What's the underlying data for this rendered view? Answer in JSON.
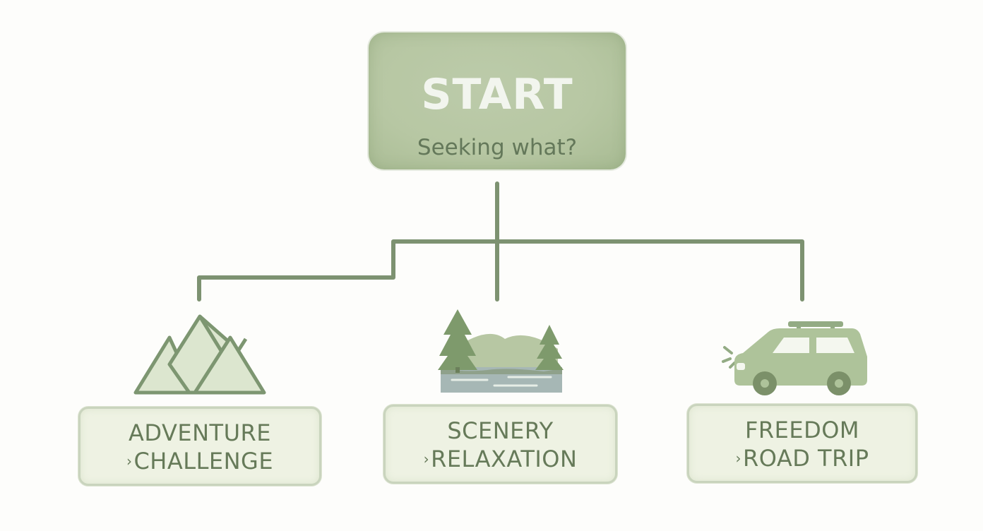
{
  "start": {
    "title": "START",
    "subtitle": "Seeking what?"
  },
  "options": [
    {
      "icon": "mountain-icon",
      "line1": "ADVENTURE",
      "arrow": "›",
      "line2": "CHALLENGE"
    },
    {
      "icon": "lake-trees-icon",
      "line1": "SCENERY",
      "arrow": "›",
      "line2": "RELAXATION"
    },
    {
      "icon": "car-icon",
      "line1": "FREEDOM",
      "arrow": "›",
      "line2": "ROAD TRIP"
    }
  ],
  "colors": {
    "line": "#7d9271",
    "box_fill": "#eef2e3",
    "box_border": "#c9d4bd",
    "text": "#667a59",
    "start_fill": "#b7c7a3",
    "icon_fill": "#aec39a",
    "icon_stroke": "#7d9671",
    "water": "#a6b7b5"
  }
}
